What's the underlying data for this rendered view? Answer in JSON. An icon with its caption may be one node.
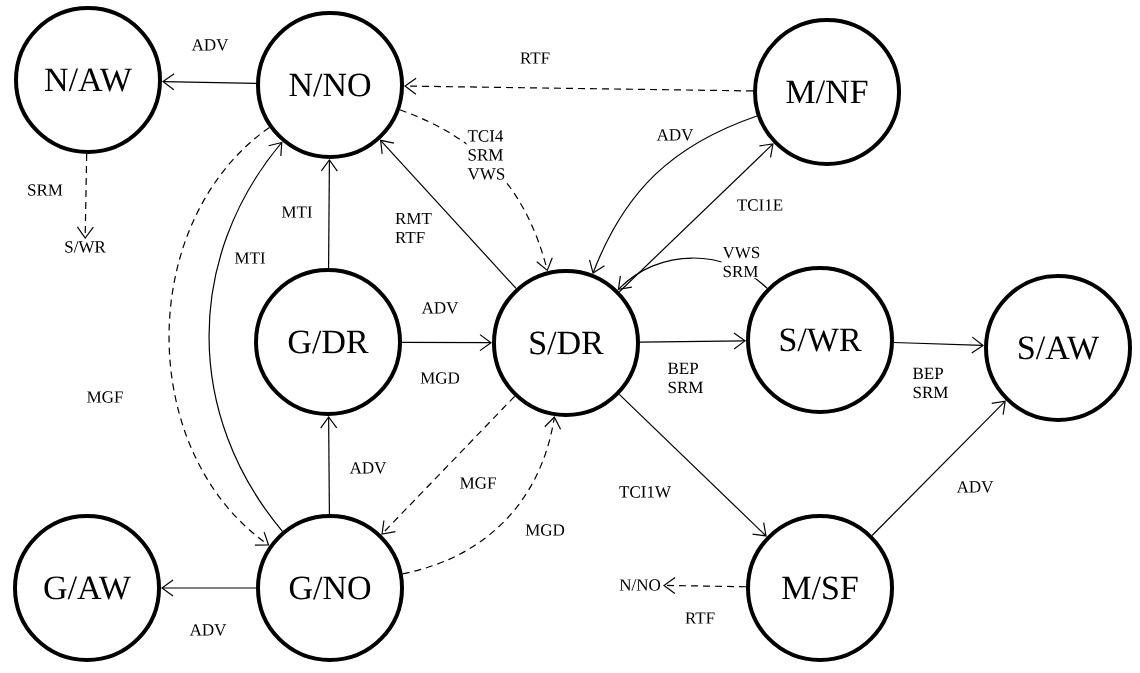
{
  "diagram": {
    "nodes": [
      {
        "text": [
          "N/AW"
        ]
      },
      {
        "text": [
          "N/NO"
        ]
      },
      {
        "text": [
          "M/NF"
        ]
      },
      {
        "text": [
          "G/DR"
        ]
      },
      {
        "text": [
          "S/DR"
        ]
      },
      {
        "text": [
          "S/WR"
        ]
      },
      {
        "text": [
          "S/AW"
        ]
      },
      {
        "text": [
          "G/AW"
        ]
      },
      {
        "text": [
          "G/NO"
        ]
      },
      {
        "text": [
          "M/SF"
        ]
      },
      {
        "text": [
          "S/WR"
        ]
      },
      {
        "text": [
          "N/NO"
        ]
      }
    ],
    "edges": [
      {
        "from": 1,
        "to": 0,
        "arrow": "to",
        "label": "ADV"
      },
      {
        "from": 2,
        "to": 1,
        "arrow": "to",
        "label": "RTF",
        "style": "dashed"
      },
      {
        "from": 1,
        "to": 4,
        "arrow": "to",
        "label": "TCI4 SRM VWS",
        "style": "dashed"
      },
      {
        "from": 0,
        "to": 10,
        "arrow": "to",
        "label": "SRM",
        "style": "dashed"
      },
      {
        "from": 3,
        "to": 1,
        "arrow": "to",
        "label": "MTI"
      },
      {
        "from": 8,
        "to": 1,
        "arrow": "to",
        "label": "MTI"
      },
      {
        "from": 4,
        "to": 1,
        "arrow": "to",
        "label": "RMT RTF"
      },
      {
        "from": 1,
        "to": 8,
        "arrow": "to",
        "label": "MGF",
        "style": "dashed"
      },
      {
        "from": 3,
        "to": 4,
        "arrow": "to",
        "label": "ADV"
      },
      {
        "from": 2,
        "to": 4,
        "arrow": "to",
        "label": "ADV"
      },
      {
        "from": 4,
        "to": 2,
        "arrow": "to",
        "label": "TCI1E"
      },
      {
        "from": 5,
        "to": 4,
        "arrow": "to",
        "label": "VWS SRM"
      },
      {
        "from": 4,
        "to": 5,
        "arrow": "to",
        "label": "BEP SRM"
      },
      {
        "from": 5,
        "to": 6,
        "arrow": "to",
        "label": "BEP SRM"
      },
      {
        "from": 4,
        "to": 9,
        "arrow": "to",
        "label": "TCI1W"
      },
      {
        "from": 9,
        "to": 6,
        "arrow": "to",
        "label": "ADV"
      },
      {
        "from": 8,
        "to": 3,
        "arrow": "to",
        "label": "ADV"
      },
      {
        "from": 4,
        "to": 8,
        "arrow": "to",
        "label": "MGF",
        "style": "dashed"
      },
      {
        "from": 8,
        "to": 4,
        "arrow": "to",
        "label": "MGD",
        "style": "dashed"
      },
      {
        "from": 8,
        "to": 7,
        "arrow": "to",
        "label": "ADV"
      },
      {
        "from": 9,
        "to": 11,
        "arrow": "to",
        "label": "RTF",
        "style": "dashed"
      }
    ],
    "labels": [
      "MGD"
    ]
  }
}
